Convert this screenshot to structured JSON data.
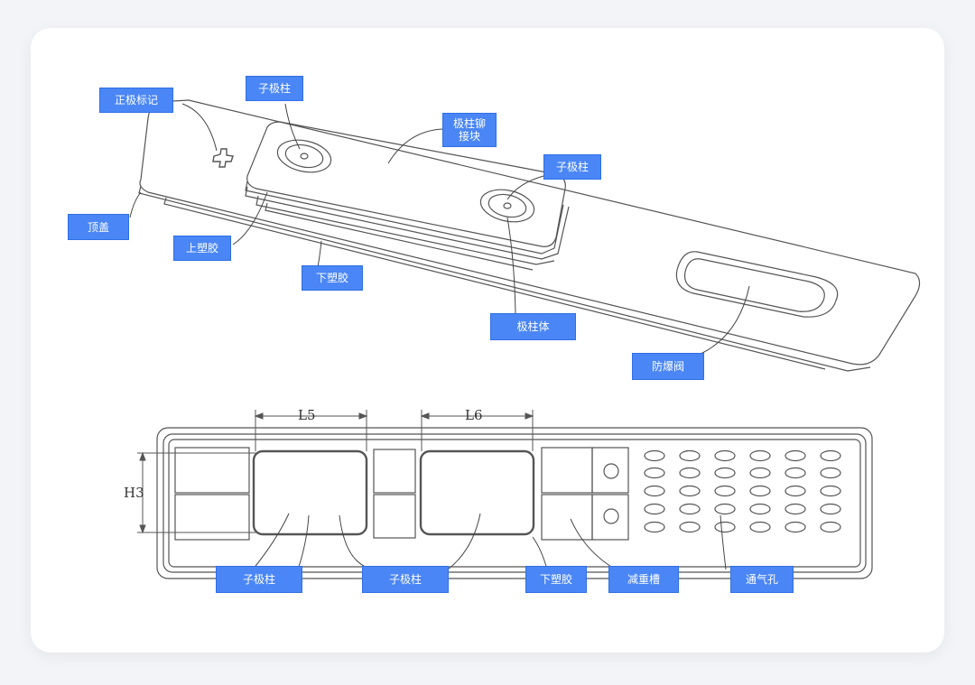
{
  "top_labels": {
    "positive_mark": "正极标记",
    "sub_pole_1": "子极柱",
    "pole_rivet_block": "极柱铆\n接块",
    "sub_pole_2": "子极柱",
    "top_cover": "顶盖",
    "upper_plastic": "上塑胶",
    "lower_plastic": "下塑胶",
    "pole_body": "极柱体",
    "explosion_valve": "防爆阀"
  },
  "bottom_labels": {
    "sub_pole_1": "子极柱",
    "sub_pole_2": "子极柱",
    "lower_plastic": "下塑胶",
    "weight_reduction_groove": "减重槽",
    "vent_holes": "通气孔"
  },
  "dimensions": {
    "l5": "L5",
    "l6": "L6",
    "h3": "H3"
  },
  "colors": {
    "label_bg": "#4a86f5",
    "line": "#555555"
  }
}
